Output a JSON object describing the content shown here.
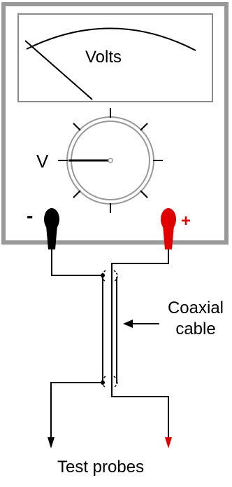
{
  "meter": {
    "scale_label": "Volts",
    "dial_label": "V",
    "negative_terminal_sign": "-",
    "positive_terminal_sign": "+"
  },
  "cable": {
    "label_line1": "Coaxial",
    "label_line2": "cable"
  },
  "probes": {
    "label": "Test probes"
  },
  "colors": {
    "negative": "#000000",
    "positive": "#e00000",
    "meter_border": "#999999",
    "wire": "#000000"
  }
}
